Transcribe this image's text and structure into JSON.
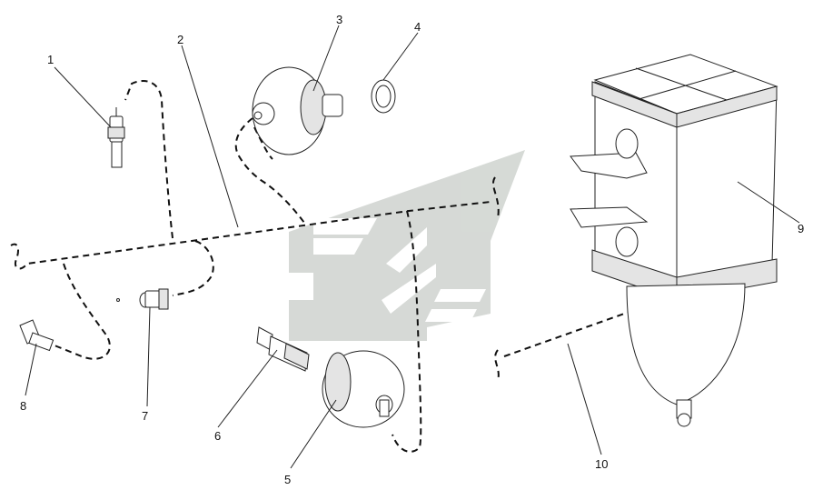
{
  "callouts": [
    {
      "id": "1",
      "label": "1"
    },
    {
      "id": "2",
      "label": "2"
    },
    {
      "id": "3",
      "label": "3"
    },
    {
      "id": "4",
      "label": "4"
    },
    {
      "id": "5",
      "label": "5"
    },
    {
      "id": "6",
      "label": "6"
    },
    {
      "id": "7",
      "label": "7"
    },
    {
      "id": "8",
      "label": "8"
    },
    {
      "id": "9",
      "label": "9"
    },
    {
      "id": "10",
      "label": "10"
    }
  ],
  "colors": {
    "line": "#222222",
    "watermark": "#cfd3cf",
    "background": "#ffffff"
  },
  "watermark": {
    "icon": "stylized-arrows-logo"
  }
}
